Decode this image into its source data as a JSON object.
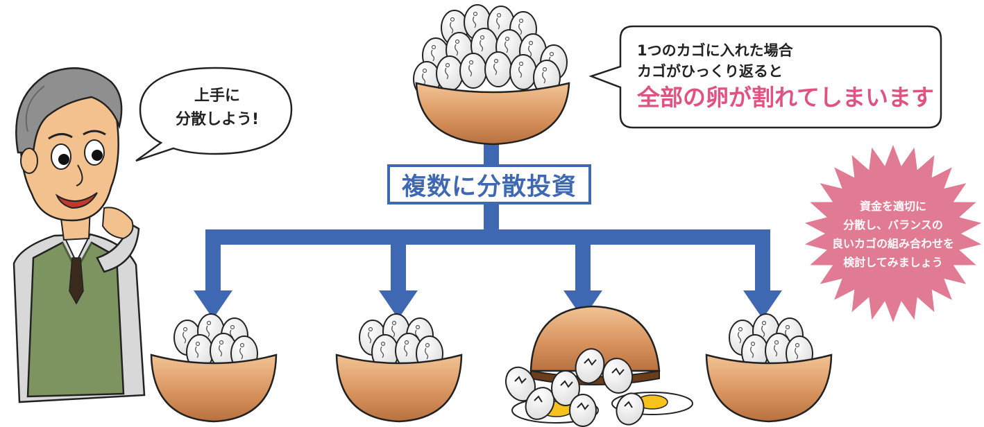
{
  "man_bubble": {
    "lines": [
      "上手に",
      "分散しよう!"
    ]
  },
  "warning_bubble": {
    "line1": "1つのカゴに入れた場合",
    "line2": "カゴがひっくり返ると",
    "emphasis": "全部の卵が割れてしまいます"
  },
  "center_label": "複数に分散投資",
  "burst_note": {
    "lines": [
      "資金を適切に",
      "分散し、バランスの",
      "良いカゴの組み合わせを",
      "検討してみましょう"
    ]
  },
  "colors": {
    "arrow": "#3f68b3",
    "emphasis_pink": "#e0527f",
    "burst_fill": "#e07b93",
    "basket": "#d99560",
    "vest": "#7e9460"
  },
  "icons": [
    "old-man-icon",
    "egg-basket-icon",
    "broken-eggs-icon",
    "speech-bubble-icon",
    "burst-badge-icon"
  ]
}
